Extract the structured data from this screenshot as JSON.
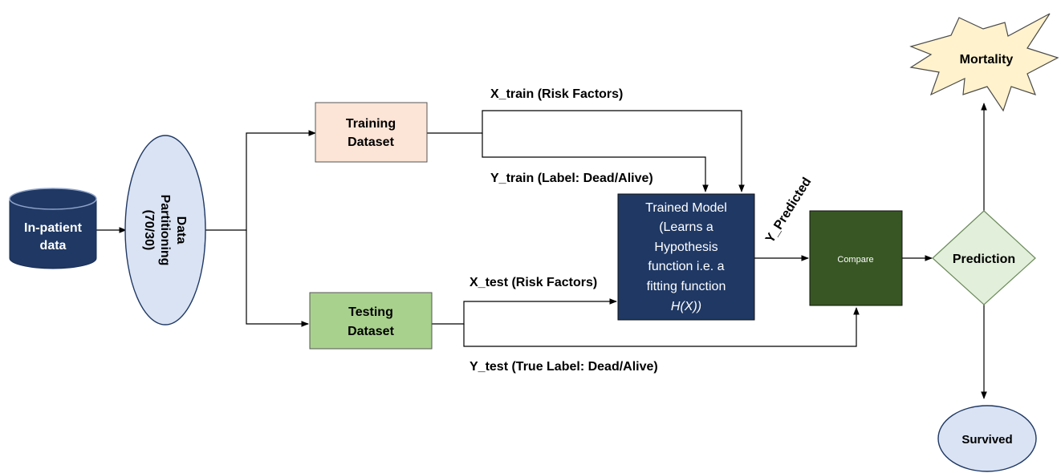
{
  "nodes": {
    "inpatient": {
      "line1": "In-patient",
      "line2": "data",
      "color": "#1f3864"
    },
    "partition": {
      "line1": "Data",
      "line2": "Partitioning",
      "line3": "(70/30)",
      "color": "#dae3f3"
    },
    "training": {
      "line1": "Training",
      "line2": "Dataset",
      "color": "#fce4d6"
    },
    "testing": {
      "line1": "Testing",
      "line2": "Dataset",
      "color": "#a9d18e"
    },
    "model": {
      "line1": "Trained Model",
      "line2": "(Learns a",
      "line3": "Hypothesis",
      "line4": "function i.e. a",
      "line5": "fitting function",
      "line6": "H(X))",
      "color": "#1f3864"
    },
    "compare": {
      "label": "Compare",
      "color": "#375623"
    },
    "prediction": {
      "label": "Prediction",
      "color": "#e2efda"
    },
    "mortality": {
      "label": "Mortality",
      "color": "#fff2cc"
    },
    "survived": {
      "label": "Survived",
      "color": "#dae3f3"
    }
  },
  "edges": {
    "x_train": "X_train (Risk Factors)",
    "y_train": "Y_train (Label: Dead/Alive)",
    "x_test": "X_test (Risk Factors)",
    "y_test": "Y_test (True Label: Dead/Alive)",
    "y_predicted": "Y_Predicted"
  }
}
